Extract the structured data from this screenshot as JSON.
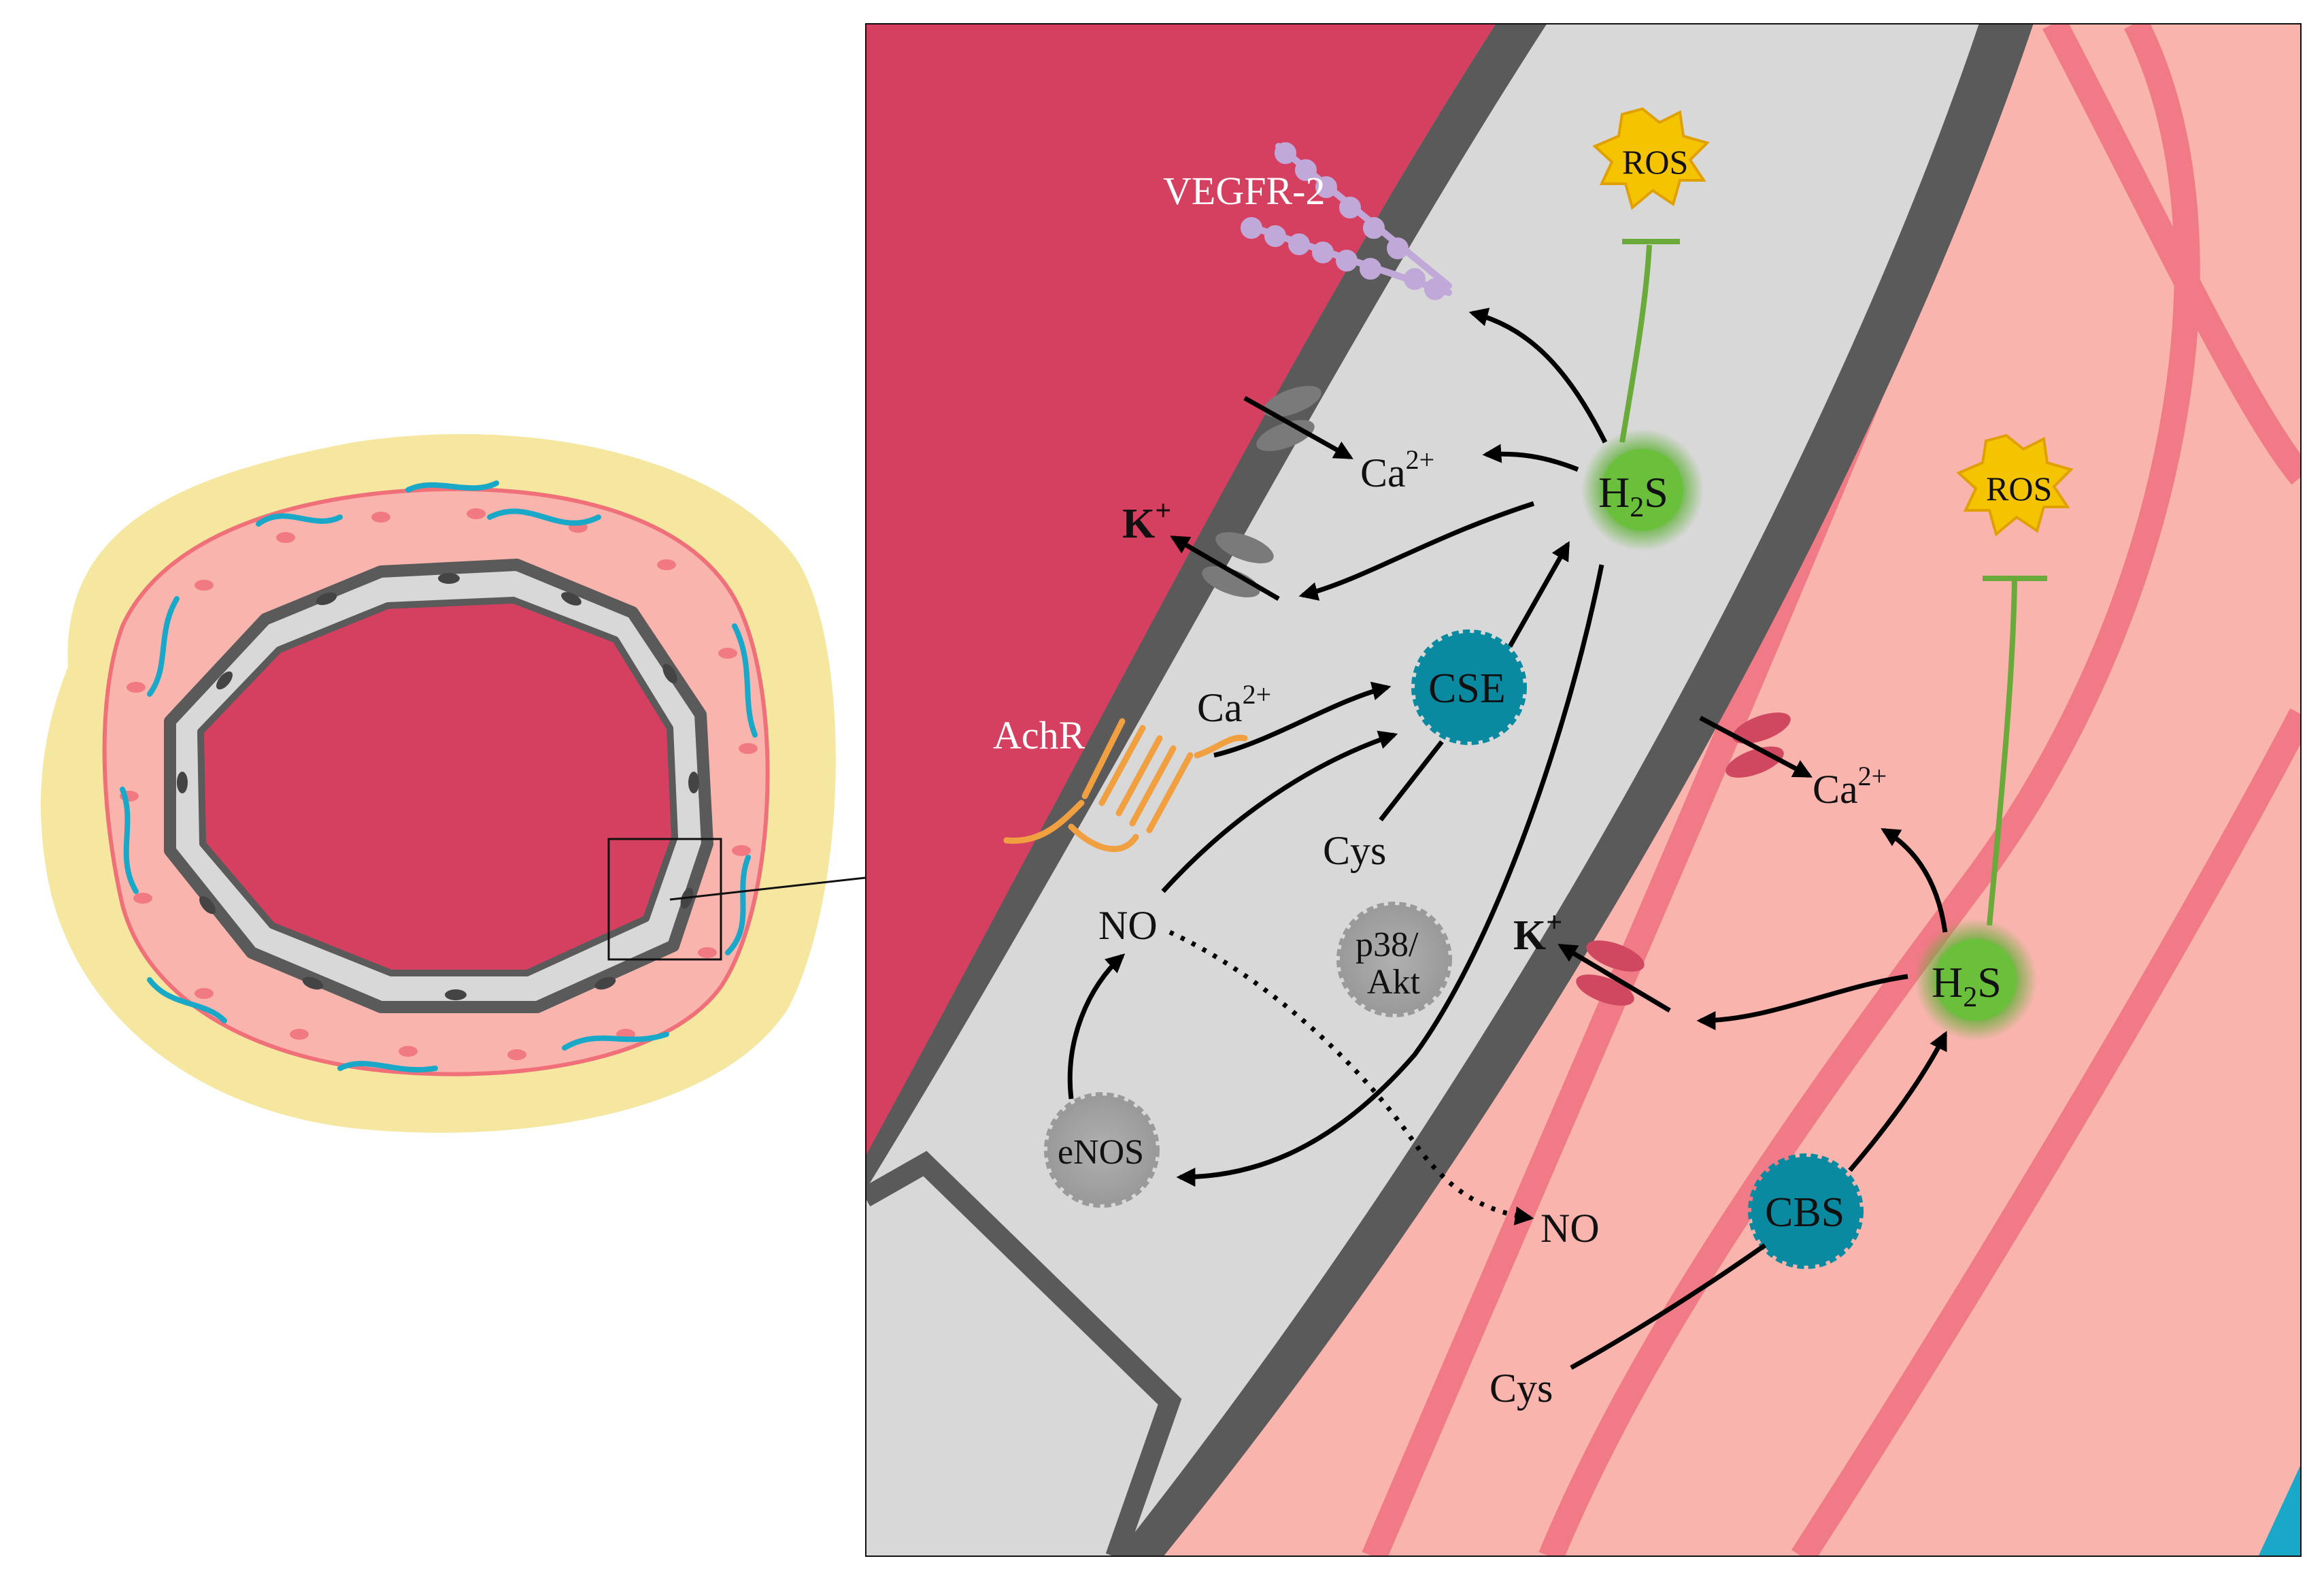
{
  "labels": {
    "vegfr2": "VEGFR-2",
    "ros_endo": "ROS",
    "ros_smc": "ROS",
    "ca_endo_top": "Ca",
    "ca_endo_top_sup": "2+",
    "k_endo": "K",
    "k_endo_sup": "+",
    "h2s_endo_main": "H",
    "h2s_endo_sub": "2",
    "h2s_endo_end": "S",
    "achr": "AchR",
    "ca_achr": "Ca",
    "ca_achr_sup": "2+",
    "cse": "CSE",
    "cys_endo": "Cys",
    "no_endo": "NO",
    "p38_line1": "p38/",
    "p38_line2": "Akt",
    "enos": "eNOS",
    "no_diffused": "NO",
    "ca_smc": "Ca",
    "ca_smc_sup": "2+",
    "k_smc": "K",
    "k_smc_sup": "+",
    "h2s_smc_main": "H",
    "h2s_smc_sub": "2",
    "h2s_smc_end": "S",
    "cbs": "CBS",
    "cys_smc": "Cys"
  },
  "colors": {
    "lumen": "#d64060",
    "endothelium": "#d8d8d8",
    "membrane": "#5a5a5a",
    "smooth_muscle": "#f9b4ae",
    "smooth_muscle_line": "#f0707a",
    "adventitia": "#f5e6a0",
    "enzyme_teal": "#0a8aa0",
    "h2s_green": "#5ab030",
    "ros_yellow": "#f5c400",
    "inhibition_green": "#6aaa3a",
    "channel_gray": "#7a7a7a",
    "channel_red": "#d04860",
    "vegfr_purple": "#c0a8d8",
    "achr_orange": "#f0a040",
    "nerve_cyan": "#1aa8c8"
  }
}
